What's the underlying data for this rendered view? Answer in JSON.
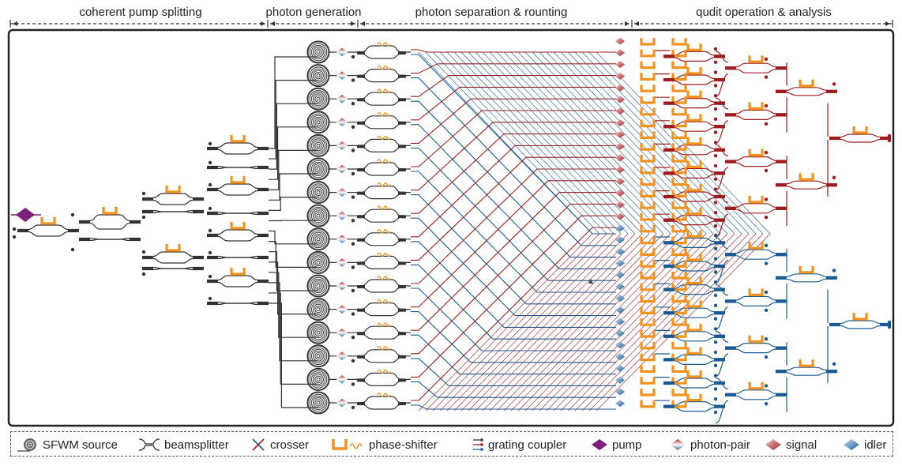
{
  "sections": [
    {
      "label": "coherent pump splitting"
    },
    {
      "label": "photon generation"
    },
    {
      "label": "photon separation & rounting"
    },
    {
      "label": "qudit operation & analysis"
    }
  ],
  "legend": {
    "sfwm": "SFWM source",
    "beamsplitter": "beamsplitter",
    "crosser": "crosser",
    "phase_shifter": "phase-shifter",
    "grating_coupler": "grating coupler",
    "pump": "pump",
    "photon_pair": "photon-pair",
    "signal": "signal",
    "idler": "idler"
  },
  "colors": {
    "pump": "#7b1f7a",
    "signal": "#9e1b1f",
    "idler": "#1a5a94",
    "waveguide": "#333333",
    "phase_shifter": "#f2921f"
  },
  "source_count": 16
}
